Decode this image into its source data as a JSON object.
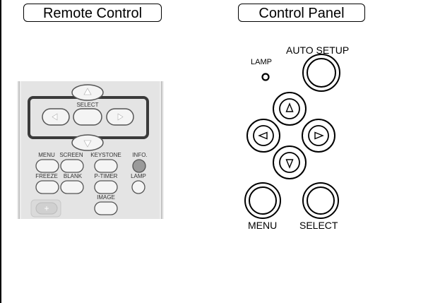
{
  "headers": {
    "remote": "Remote Control",
    "panel": "Control Panel"
  },
  "remote": {
    "select_label": "SELECT",
    "row1": [
      "MENU",
      "SCREEN",
      "KEYSTONE",
      "INFO."
    ],
    "row2": [
      "FREEZE",
      "BLANK",
      "P-TIMER",
      "LAMP"
    ],
    "image_label": "IMAGE"
  },
  "panel": {
    "lamp_label": "LAMP",
    "auto_setup_label": "AUTO SETUP",
    "menu_label": "MENU",
    "select_label": "SELECT"
  },
  "icons": {
    "up": "triangle-up-icon",
    "down": "triangle-down-icon",
    "left": "triangle-left-icon",
    "right": "triangle-right-icon"
  },
  "colors": {
    "remote_body": "#e6e6e6",
    "remote_frame": "#3a3a3a",
    "info_button": "#9a9a9a"
  }
}
